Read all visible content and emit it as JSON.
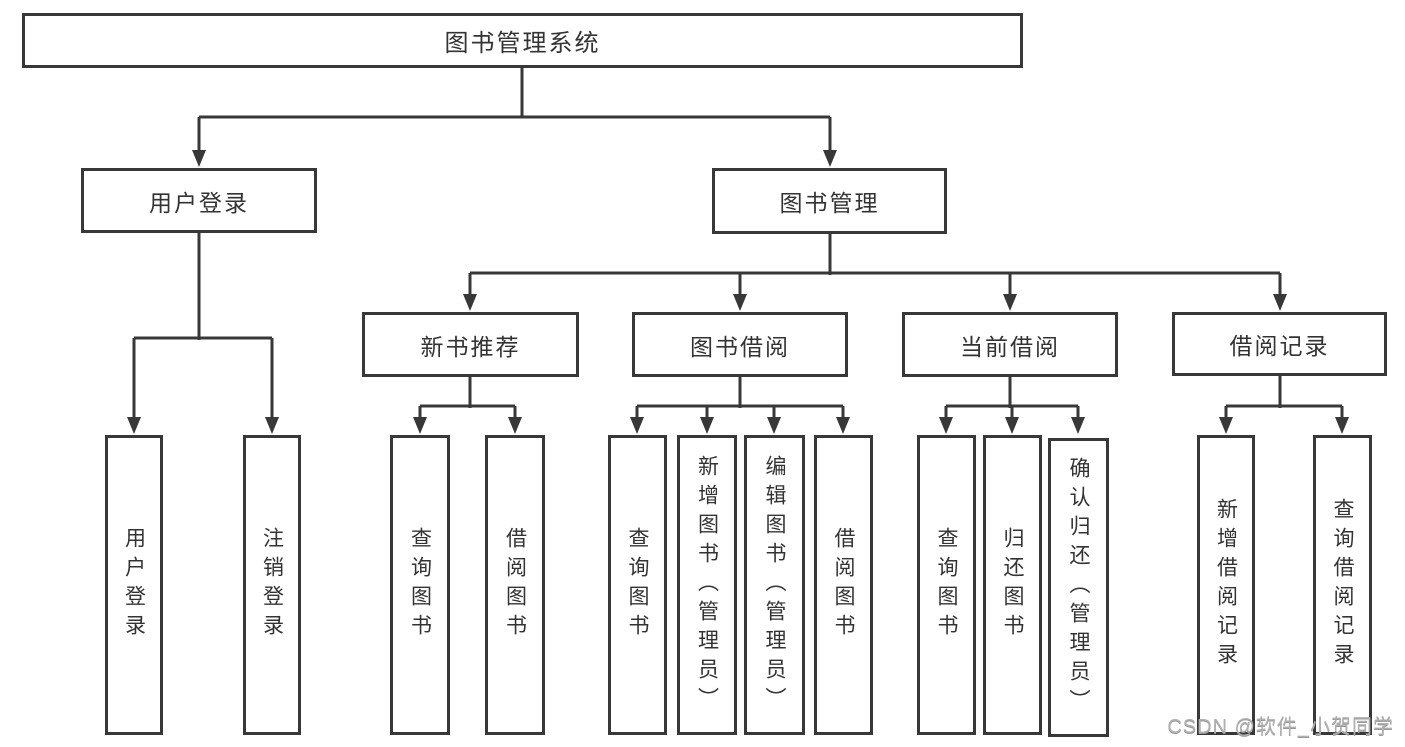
{
  "tree": {
    "label": "图书管理系统",
    "children": [
      {
        "label": "用户登录",
        "children": [
          {
            "label": "用户登录"
          },
          {
            "label": "注销登录"
          }
        ]
      },
      {
        "label": "图书管理",
        "children": [
          {
            "label": "新书推荐",
            "children": [
              {
                "label": "查询图书"
              },
              {
                "label": "借阅图书"
              }
            ]
          },
          {
            "label": "图书借阅",
            "children": [
              {
                "label": "查询图书"
              },
              {
                "label": "新增图书（管理员）"
              },
              {
                "label": "编辑图书（管理员）"
              },
              {
                "label": "借阅图书"
              }
            ]
          },
          {
            "label": "当前借阅",
            "children": [
              {
                "label": "查询图书"
              },
              {
                "label": "归还图书"
              },
              {
                "label": "确认归还（管理员）"
              }
            ]
          },
          {
            "label": "借阅记录",
            "children": [
              {
                "label": "新增借阅记录"
              },
              {
                "label": "查询借阅记录"
              }
            ]
          }
        ]
      }
    ]
  },
  "watermark": {
    "text": "CSDN @软件_小贺同学"
  },
  "colors": {
    "line": "#383838",
    "box_border": "#383838",
    "text": "#333333",
    "watermark": "#b0b0b0",
    "background": "#ffffff"
  }
}
